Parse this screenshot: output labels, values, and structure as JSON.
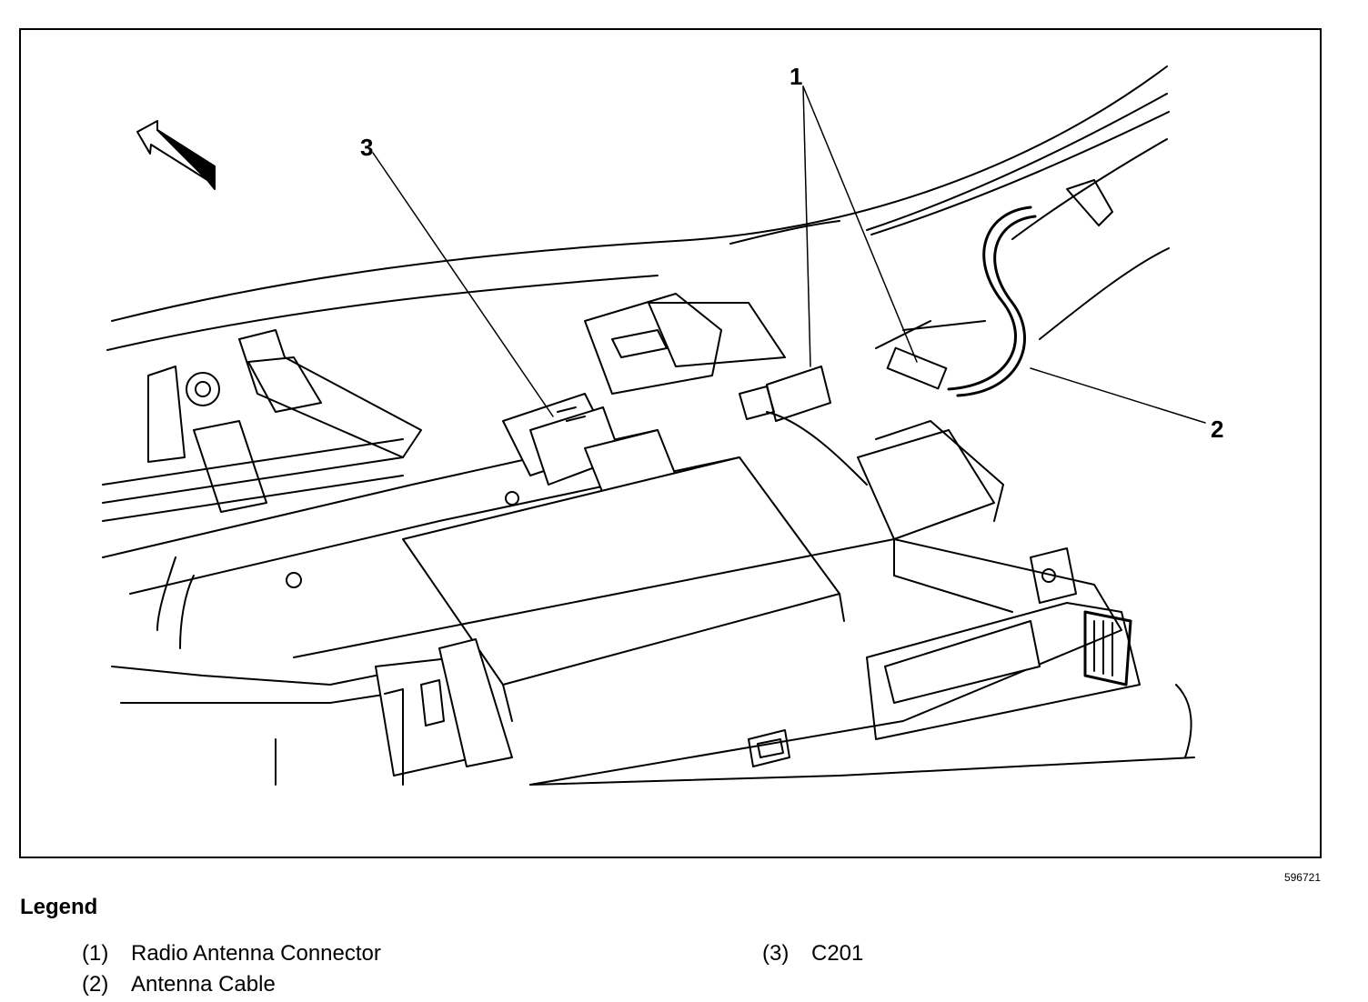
{
  "figure": {
    "id": "596721",
    "callouts": [
      "1",
      "2",
      "3"
    ]
  },
  "legend": {
    "title": "Legend",
    "items": [
      {
        "num": "(1)",
        "label": "Radio Antenna Connector"
      },
      {
        "num": "(2)",
        "label": "Antenna Cable"
      },
      {
        "num": "(3)",
        "label": "C201"
      }
    ]
  }
}
